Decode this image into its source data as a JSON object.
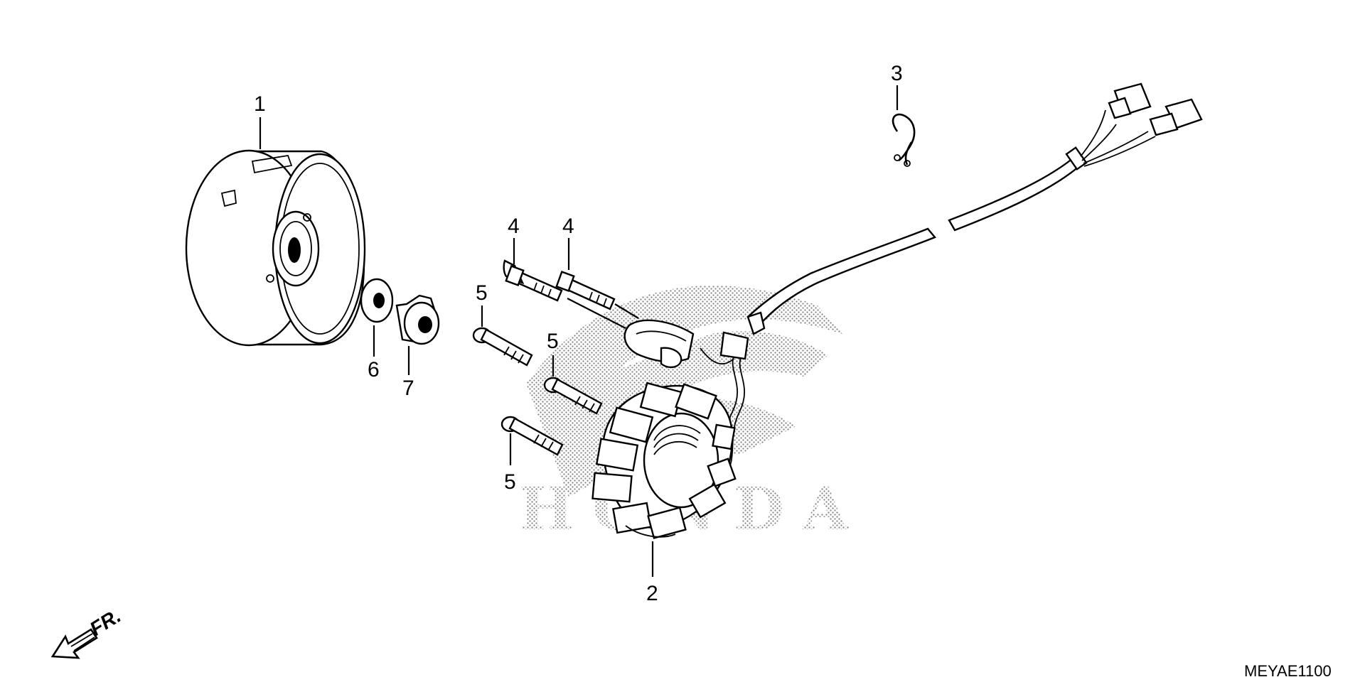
{
  "diagram": {
    "callouts": [
      {
        "id": "flywheel",
        "label": "1"
      },
      {
        "id": "stator",
        "label": "2"
      },
      {
        "id": "wire-clip",
        "label": "3"
      },
      {
        "id": "pulser-bolt-a",
        "label": "4"
      },
      {
        "id": "pulser-bolt-b",
        "label": "4"
      },
      {
        "id": "stator-bolt-a",
        "label": "5"
      },
      {
        "id": "stator-bolt-b",
        "label": "5"
      },
      {
        "id": "stator-bolt-c",
        "label": "5"
      },
      {
        "id": "washer",
        "label": "6"
      },
      {
        "id": "flange-nut",
        "label": "7"
      }
    ],
    "front_indicator": "FR.",
    "diagram_code": "MEYAE1100",
    "watermark_text": "HONDA",
    "colors": {
      "line": "#000000",
      "background": "#ffffff",
      "watermark": "#7f7f7f"
    }
  }
}
